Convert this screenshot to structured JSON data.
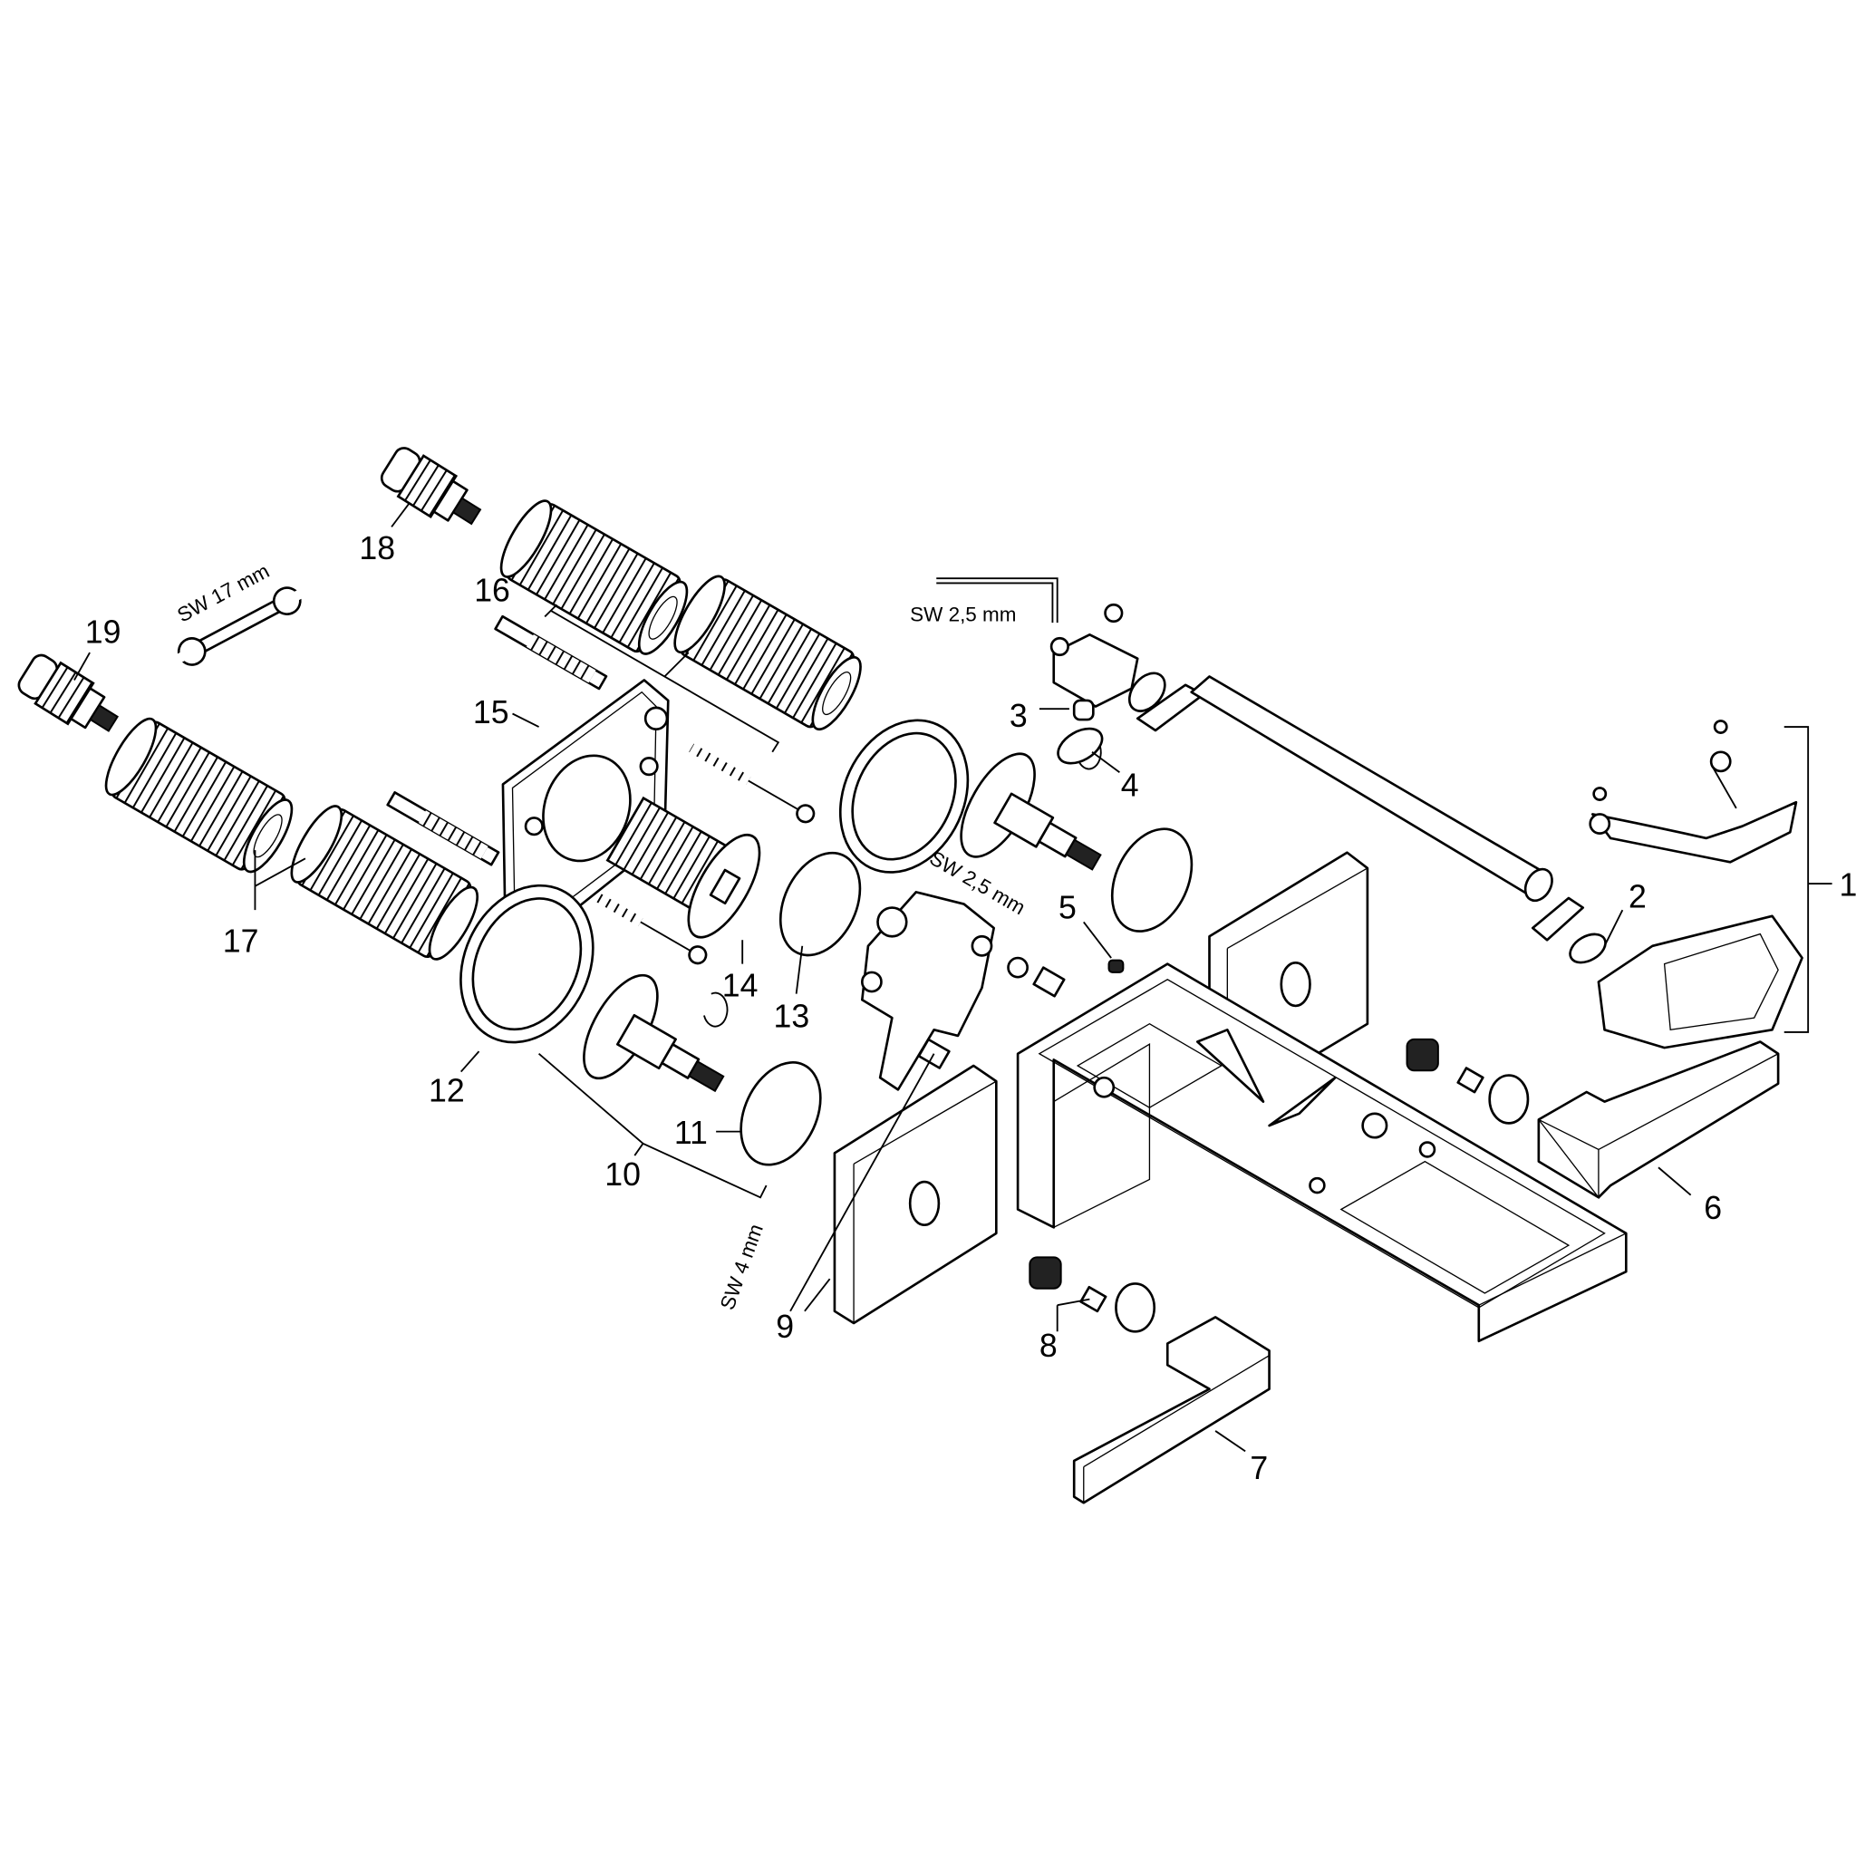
{
  "diagram": {
    "callouts": {
      "c1": "1",
      "c2": "2",
      "c3": "3",
      "c4": "4",
      "c5": "5",
      "c6": "6",
      "c7": "7",
      "c8": "8",
      "c9": "9",
      "c10": "10",
      "c11": "11",
      "c12": "12",
      "c13": "13",
      "c14": "14",
      "c15": "15",
      "c16": "16",
      "c17": "17",
      "c18": "18",
      "c19": "19"
    },
    "tools": {
      "wrench": "SW 17 mm",
      "hex_key_top": "SW 2,5 mm",
      "hex_key_mid": "SW 2,5 mm",
      "hex_key_bottom": "SW 4 mm"
    },
    "line_color": "#000000",
    "background": "#ffffff"
  }
}
